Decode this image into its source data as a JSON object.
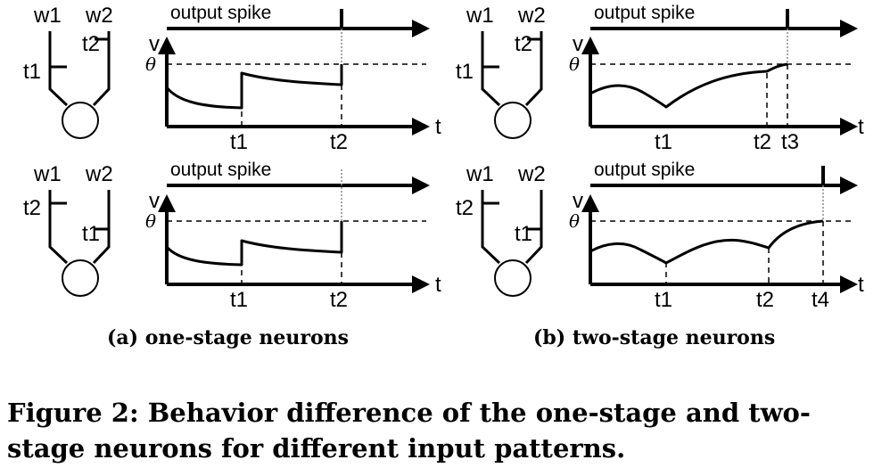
{
  "labels": {
    "w1": "w1",
    "w2": "w2",
    "t1": "t1",
    "t2": "t2",
    "t3": "t3",
    "t4": "t4",
    "v": "v",
    "t": "t",
    "theta": "θ",
    "output_spike": "output spike"
  },
  "subcaptions": {
    "a": "(a) one-stage neurons",
    "b": "(b) two-stage neurons"
  },
  "caption": "Figure 2: Behavior difference of the one-stage and two-stage neurons for different input patterns."
}
